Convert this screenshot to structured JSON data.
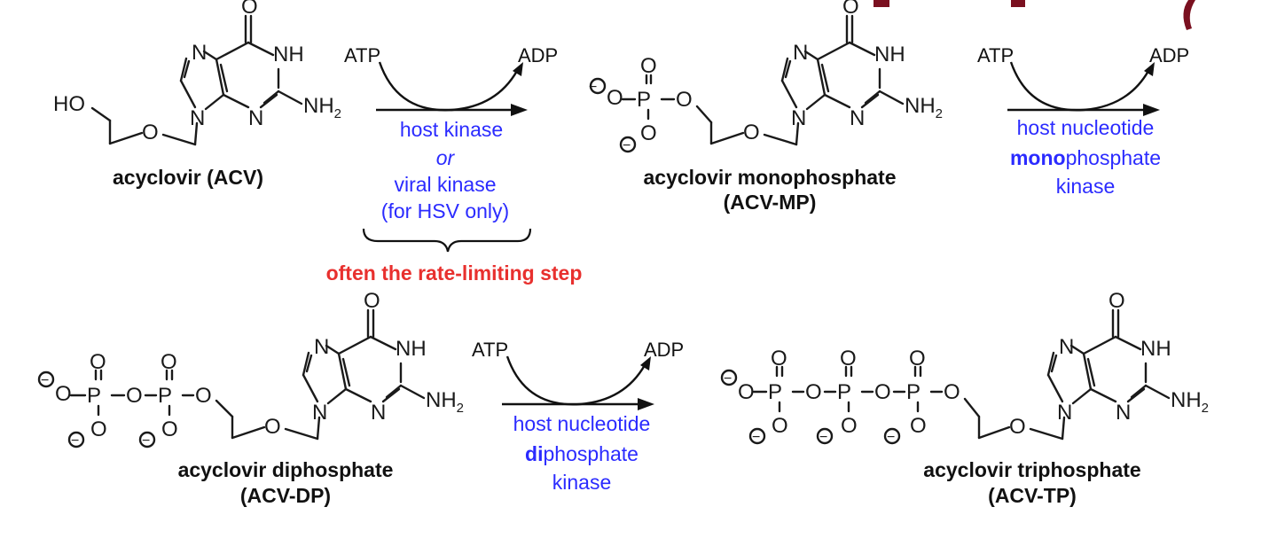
{
  "compounds": {
    "acv": {
      "name": "acyclovir (ACV)"
    },
    "acv_mp": {
      "name": "acyclovir monophosphate",
      "abbr": "(ACV-MP)"
    },
    "acv_dp": {
      "name": "acyclovir diphosphate",
      "abbr": "(ACV-DP)"
    },
    "acv_tp": {
      "name": "acyclovir triphosphate",
      "abbr": "(ACV-TP)"
    }
  },
  "atoms": {
    "n": "N",
    "nh": "NH",
    "nh2": "NH",
    "nh2_sub": "2",
    "o": "O",
    "ho": "HO",
    "p": "P",
    "minus": "−"
  },
  "steps": {
    "step1": {
      "atp": "ATP",
      "adp": "ADP",
      "line1": "host kinase",
      "line2": "or",
      "line3": "viral kinase",
      "line4": "(for HSV only)",
      "note": "often the rate-limiting step"
    },
    "step2": {
      "atp": "ATP",
      "adp": "ADP",
      "line1": "host nucleotide",
      "line2_bold": "mono",
      "line2_rest": "phosphate",
      "line3": "kinase"
    },
    "step3": {
      "atp": "ATP",
      "adp": "ADP",
      "line1": "host nucleotide",
      "line2_bold": "di",
      "line2_rest": "phosphate",
      "line3": "kinase"
    }
  },
  "colors": {
    "enzyme_text": "#2b2bff",
    "note_text": "#e8302e",
    "bonds": "#1a1a1a",
    "corner_fragment": "#7a1020"
  }
}
